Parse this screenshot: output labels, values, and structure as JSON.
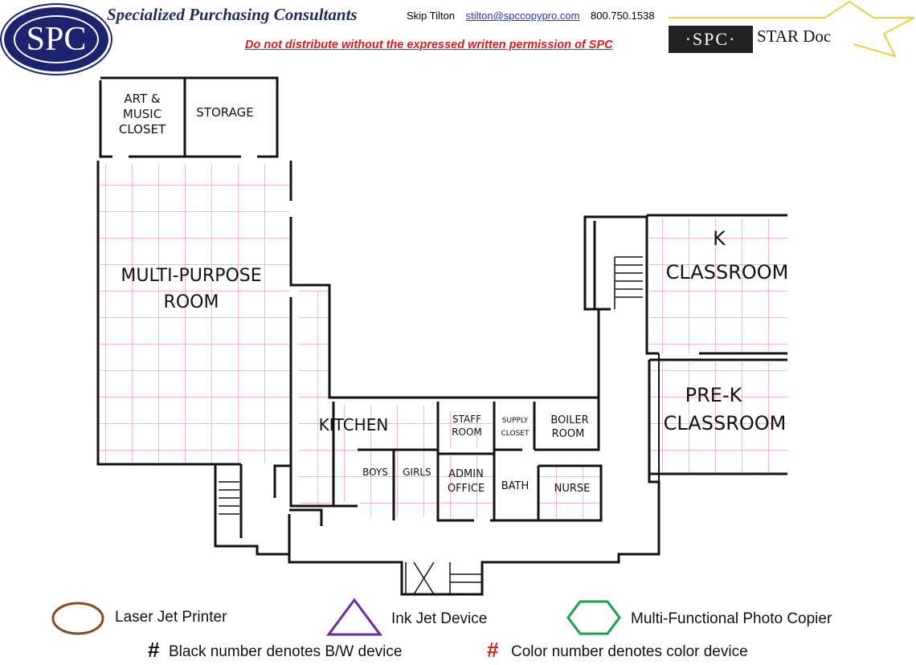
{
  "header": {
    "logo_text": "SPC",
    "company": "Specialized Purchasing Consultants",
    "contact_name": "Skip Tilton",
    "contact_email": "stilton@spccopypro.com",
    "contact_phone": "800.750.1538",
    "warning": "Do not distribute without the expressed written permission of SPC",
    "star_logo_box": "·SPC·",
    "star_logo_text": "STAR Doc"
  },
  "rooms": {
    "art_music_1": "ART &",
    "art_music_2": "MUSIC",
    "art_music_3": "CLOSET",
    "storage": "STORAGE",
    "multi_1": "MULTI-PURPOSE",
    "multi_2": "ROOM",
    "kitchen": "KITCHEN",
    "staff_1": "STAFF",
    "staff_2": "ROOM",
    "supply_1": "SUPPLY",
    "supply_2": "CLOSET",
    "boiler_1": "BOILER",
    "boiler_2": "ROOM",
    "boys": "BOYS",
    "girls": "GIRLS",
    "admin_1": "ADMIN",
    "admin_2": "OFFICE",
    "bath": "BATH",
    "nurse": "NURSE",
    "k_1": "K",
    "k_2": "CLASSROOM",
    "prek_1": "PRE-K",
    "prek_2": "CLASSROOM"
  },
  "legend": {
    "laser": "Laser Jet Printer",
    "inkjet": "Ink Jet Device",
    "mfp": "Multi-Functional Photo Copier",
    "bw_symbol": "#",
    "bw": "Black number denotes B/W device",
    "color_symbol": "#",
    "color": "Color number denotes color device",
    "colors": {
      "laser": "#8b4a1c",
      "inkjet": "#6a2aa0",
      "mfp": "#1aa04a",
      "color_note": "#e01b1b"
    }
  }
}
